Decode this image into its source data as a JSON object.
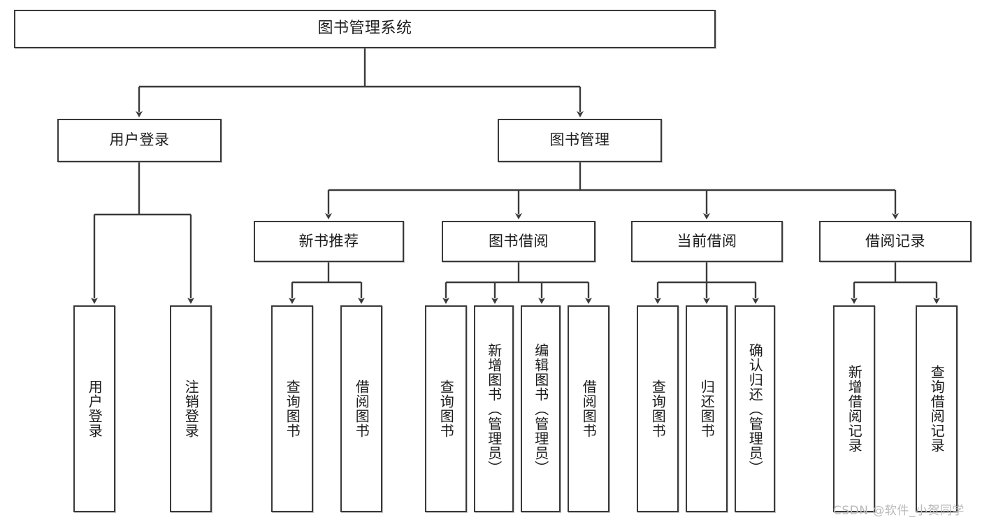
{
  "diagram": {
    "title": "图书管理系统",
    "type": "hierarchy-tree",
    "levels": 4,
    "colors": {
      "box_border": "#3a3a3a",
      "box_fill": "#ffffff",
      "connector": "#3a3a3a",
      "text": "#1b1b1b",
      "watermark": "#b9b9b9"
    }
  },
  "root": {
    "label": "图书管理系统"
  },
  "level2": [
    {
      "label": "用户登录"
    },
    {
      "label": "图书管理"
    }
  ],
  "level3": [
    {
      "label": "新书推荐"
    },
    {
      "label": "图书借阅"
    },
    {
      "label": "当前借阅"
    },
    {
      "label": "借阅记录"
    }
  ],
  "leaves": {
    "user_login": [
      {
        "label": "用户登录"
      },
      {
        "label": "注销登录"
      }
    ],
    "new_book_recommend": [
      {
        "label": "查询图书"
      },
      {
        "label": "借阅图书"
      }
    ],
    "book_borrow": [
      {
        "label": "查询图书"
      },
      {
        "label": "新增图书（管理员）"
      },
      {
        "label": "编辑图书（管理员）"
      },
      {
        "label": "借阅图书"
      }
    ],
    "current_borrow": [
      {
        "label": "查询图书"
      },
      {
        "label": "归还图书"
      },
      {
        "label": "确认归还（管理员）"
      }
    ],
    "borrow_record": [
      {
        "label": "新增借阅记录"
      },
      {
        "label": "查询借阅记录"
      }
    ]
  },
  "watermark": {
    "text": "CSDN @软件_小贺同学"
  }
}
